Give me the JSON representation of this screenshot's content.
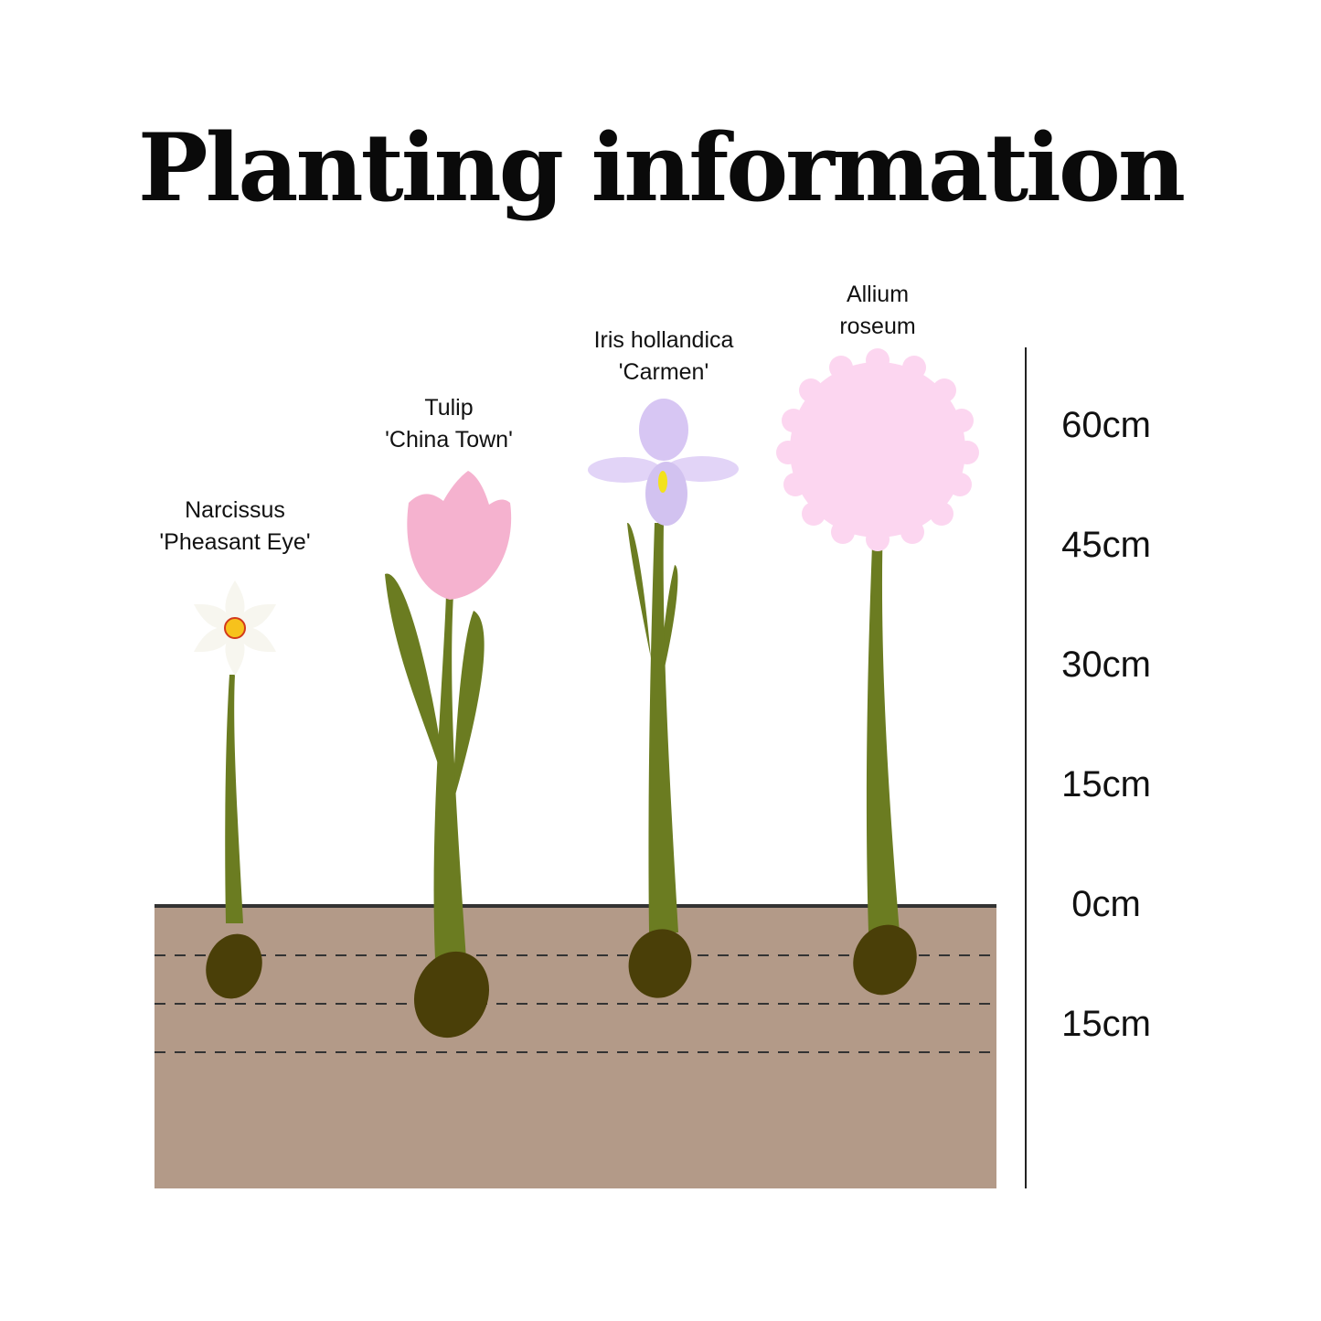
{
  "title": "Planting information",
  "plants": [
    {
      "name": "Narcissus",
      "cultivar": "'Pheasant Eye'",
      "flower_color": "#f7f6ef",
      "center_color": "#f7c21c"
    },
    {
      "name": "Tulip",
      "cultivar": "'China Town'",
      "flower_color": "#f5b2cf"
    },
    {
      "name": "Iris hollandica",
      "cultivar": "'Carmen'",
      "flower_color": "#d9c8f3",
      "center_color": "#f3e21a"
    },
    {
      "name": "Allium",
      "cultivar": "roseum",
      "flower_color": "#fcd6f0"
    }
  ],
  "scale": {
    "labels": [
      "60cm",
      "45cm",
      "30cm",
      "15cm",
      "0cm",
      "15cm"
    ]
  },
  "colors": {
    "soil": "#b39a88",
    "bulb": "#4a3f08",
    "stem": "#6b7c21",
    "ground_line": "#333333"
  }
}
